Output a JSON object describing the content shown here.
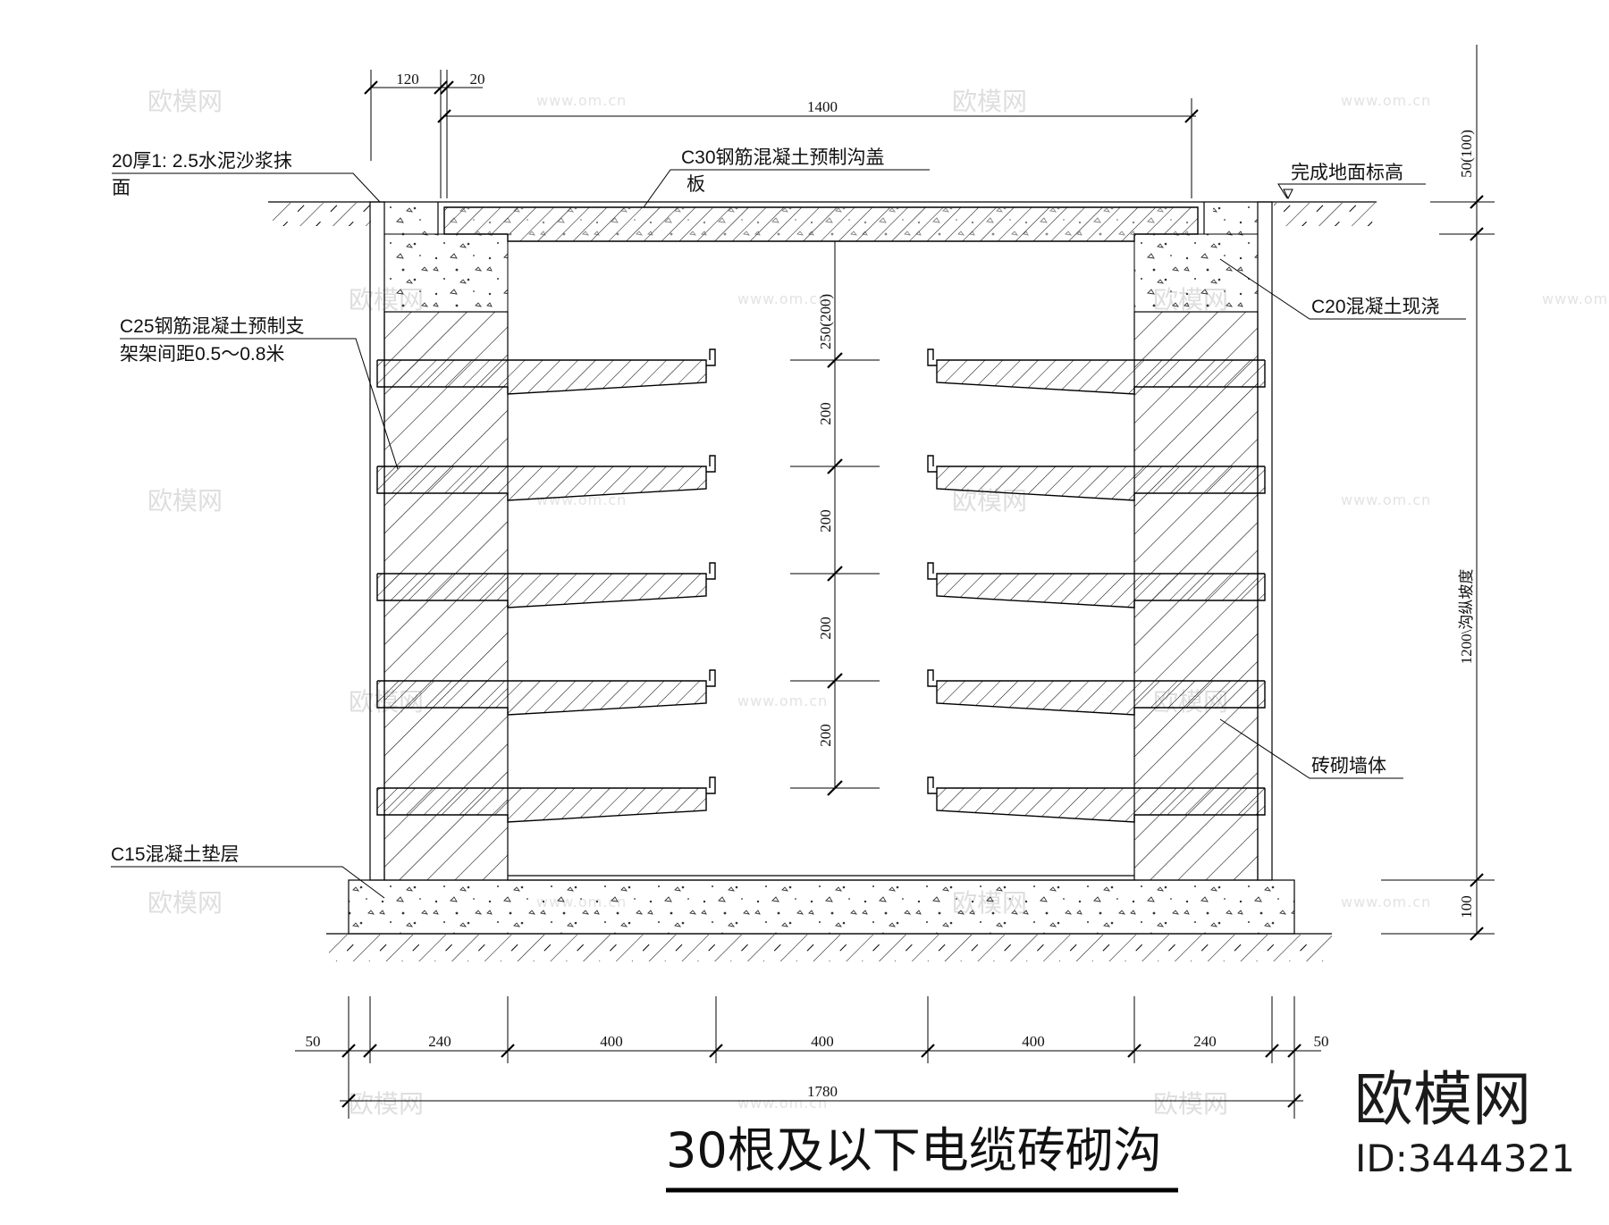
{
  "dimensions": {
    "top_wall_finish": "120",
    "top_gap": "20",
    "top_span": "1400",
    "cover_thickness": "50(100)",
    "first_gap": "250(200)",
    "bracket_spacing": [
      "200",
      "200",
      "200",
      "200"
    ],
    "depth": "1200\\沟纵坡度",
    "cushion": "100",
    "bottom": [
      "50",
      "240",
      "400",
      "400",
      "400",
      "240",
      "50"
    ],
    "bottom_total": "1780"
  },
  "labels": {
    "mortar_line1": "20厚1: 2.5水泥沙浆抹",
    "mortar_line2": "面",
    "cover_line1": "C30钢筋混凝土预制沟盖",
    "cover_line2": "板",
    "ground": "完成地面标高",
    "cast_concrete": "C20混凝土现浇",
    "bracket_line1": "C25钢筋混凝土预制支",
    "bracket_line2": "架架间距0.5～0.8米",
    "brick_wall": "砖砌墙体",
    "cushion_layer": "C15混凝土垫层"
  },
  "title": "30根及以下电缆砖砌沟",
  "watermark": {
    "brand": "欧模网",
    "id": "ID:3444321",
    "faint_cn": "欧模网",
    "faint_url": "www.om.cn"
  }
}
